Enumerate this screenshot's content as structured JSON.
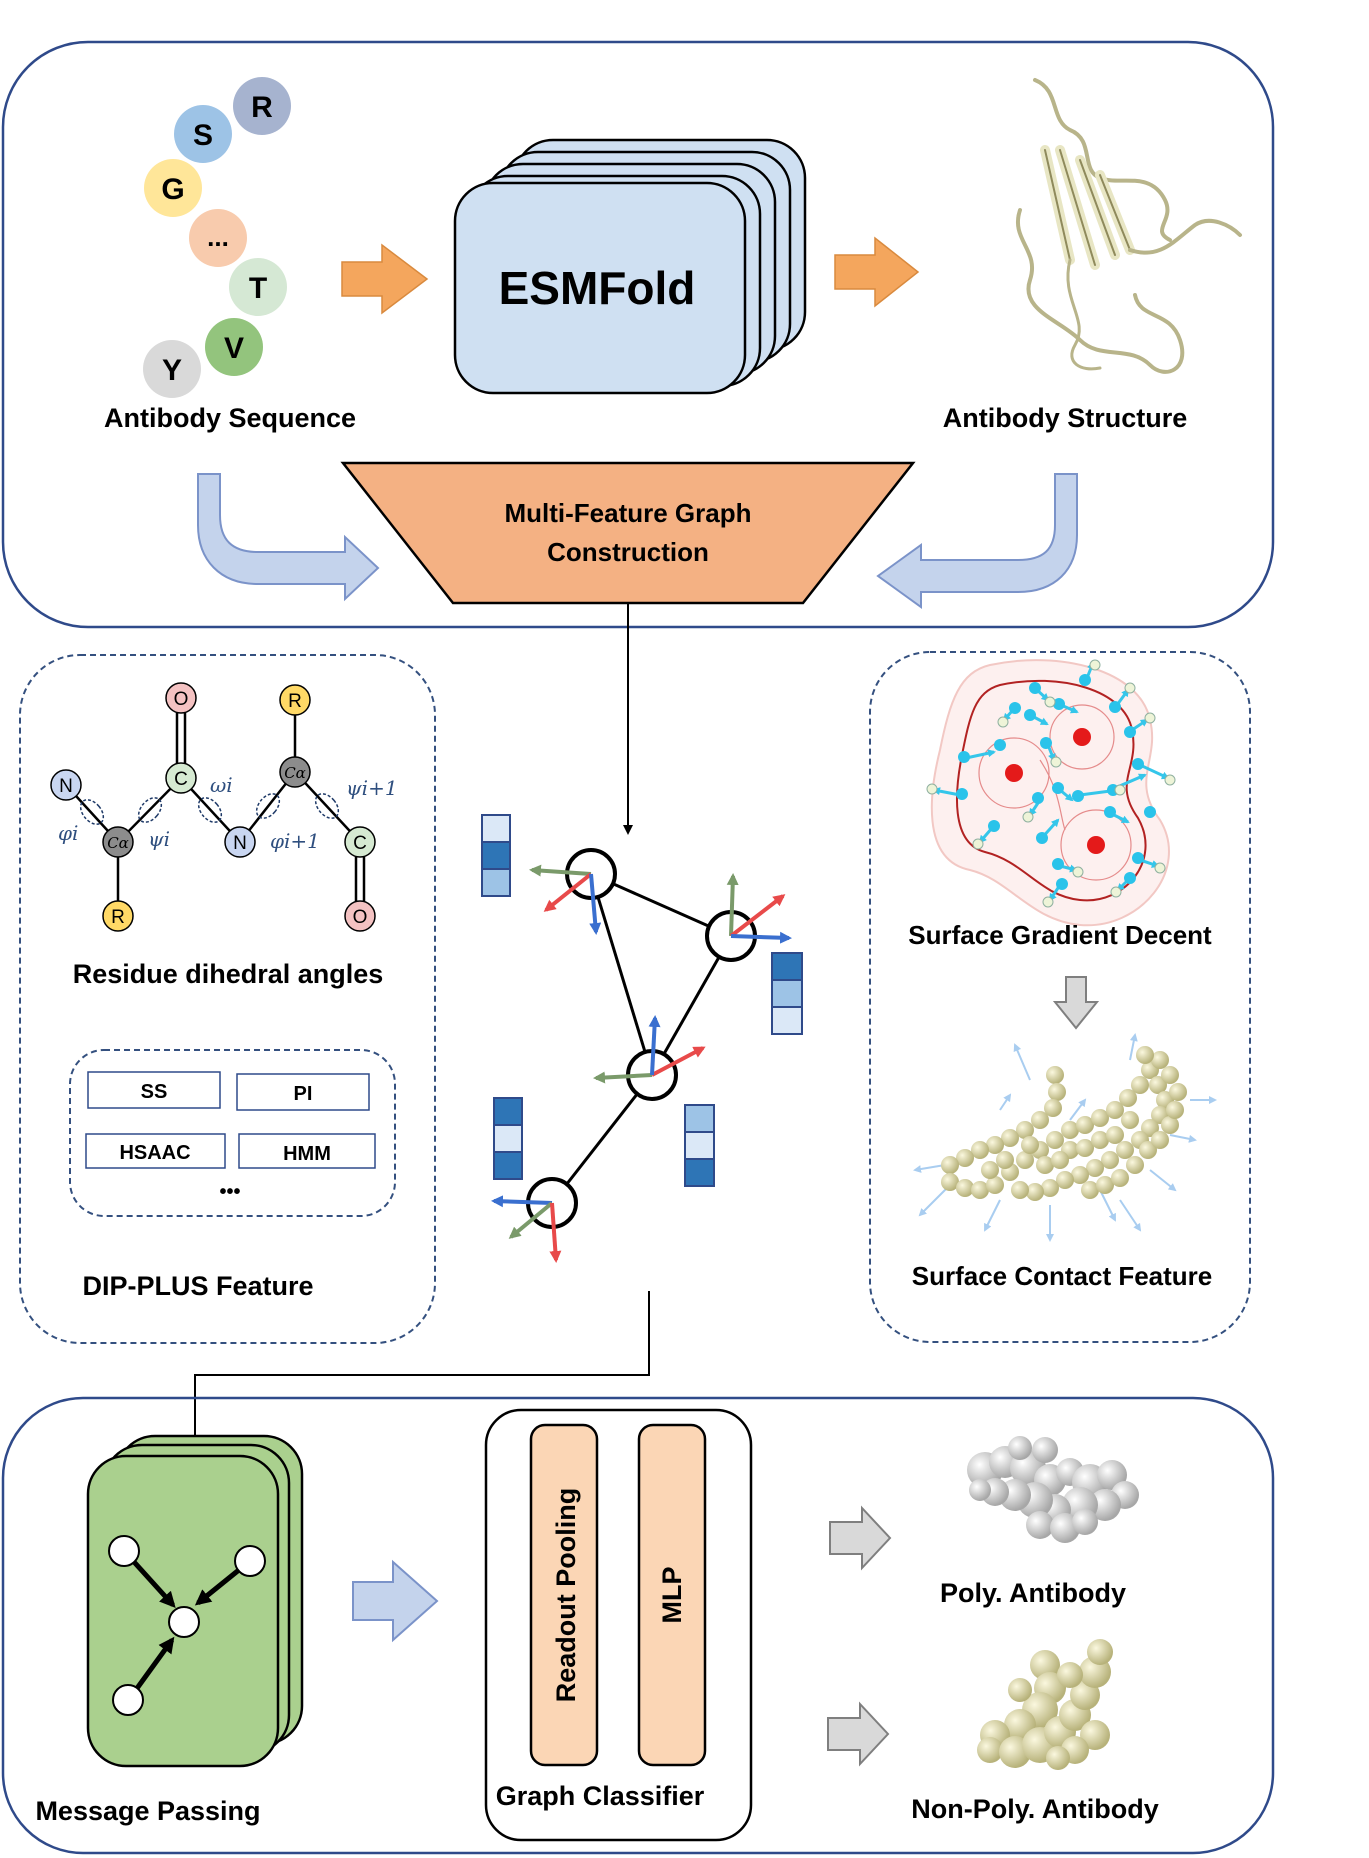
{
  "colors": {
    "panel_border": "#2f4a8a",
    "dash_border": "#34507f",
    "orange_arrow": "#f4a65d",
    "esm_fill": "#cfe0f2",
    "trap_fill": "#f4b183",
    "blue_arrow_fill": "#c4d3ec",
    "blue_arrow_stroke": "#7b93c9",
    "mp_fill": "#aad08e",
    "pool_fill": "#fbd6b5",
    "atom_red": "#f4c2c2",
    "atom_yellow": "#ffd966",
    "atom_green": "#d6ead2",
    "atom_gray": "#8c8c8c",
    "atom_blue": "#c9d6f1"
  },
  "top": {
    "letters": [
      "R",
      "S",
      "G",
      "...",
      "T",
      "V",
      "Y"
    ],
    "sequence_label": "Antibody Sequence",
    "esmfold_label": "ESMFold",
    "structure_label": "Antibody Structure",
    "graph_construction_line1": "Multi-Feature Graph",
    "graph_construction_line2": "Construction"
  },
  "left_panel": {
    "atoms": {
      "n_left": "N",
      "ca_left": "Cα",
      "c_left": "C",
      "o_left": "O",
      "r_left": "R",
      "n_mid": "N",
      "ca_right": "Cα",
      "r_right": "R",
      "c_right": "C",
      "o_right": "O"
    },
    "angles": {
      "phi_i": "φi",
      "psi_i": "ψi",
      "omega_i": "ωi",
      "phi_i1": "φi+1",
      "psi_i1": "ψi+1"
    },
    "dihedral_label": "Residue dihedral angles",
    "features": [
      "SS",
      "PI",
      "HSAAC",
      "HMM"
    ],
    "features_more": "•••",
    "dip_label": "DIP-PLUS Feature"
  },
  "right_panel": {
    "gradient_label": "Surface Gradient Decent",
    "contact_label": "Surface Contact Feature"
  },
  "bottom": {
    "message_passing_label": "Message Passing",
    "readout_label": "Readout Pooling",
    "mlp_label": "MLP",
    "classifier_label": "Graph Classifier",
    "poly_label": "Poly. Antibody",
    "nonpoly_label": "Non-Poly. Antibody"
  }
}
